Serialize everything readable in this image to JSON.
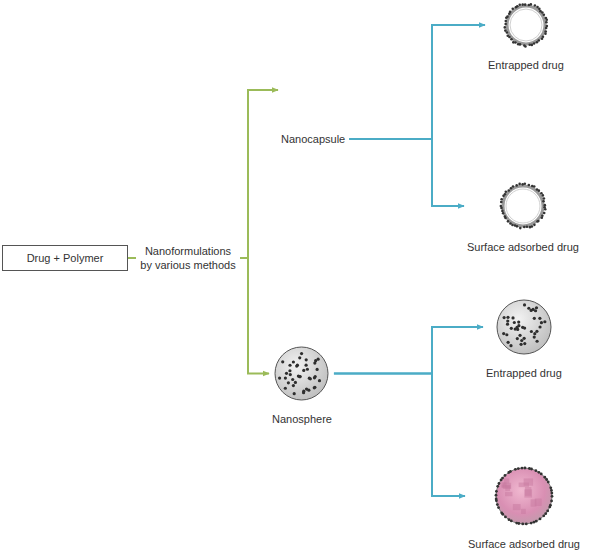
{
  "diagram": {
    "nodes": [
      {
        "text": [
          "Drug + Polymer"
        ]
      },
      {
        "text": [
          "Nanocapsule"
        ]
      },
      {
        "text": [
          "Entrapped drug"
        ]
      },
      {
        "text": [
          "Surface adsorbed drug"
        ]
      },
      {
        "text": [
          "Nanosphere"
        ]
      },
      {
        "text": [
          "Entrapped drug"
        ]
      },
      {
        "text": [
          "Surface adsorbed drug"
        ]
      }
    ],
    "edges": [
      {
        "from": 0,
        "to": 1,
        "arrow": "to",
        "label": "Nanoformulations by various methods"
      },
      {
        "from": 0,
        "to": 4,
        "arrow": "to"
      },
      {
        "from": 1,
        "to": 2,
        "arrow": "to"
      },
      {
        "from": 1,
        "to": 3,
        "arrow": "to"
      },
      {
        "from": 4,
        "to": 5,
        "arrow": "to"
      },
      {
        "from": 4,
        "to": 6,
        "arrow": "to"
      }
    ]
  }
}
